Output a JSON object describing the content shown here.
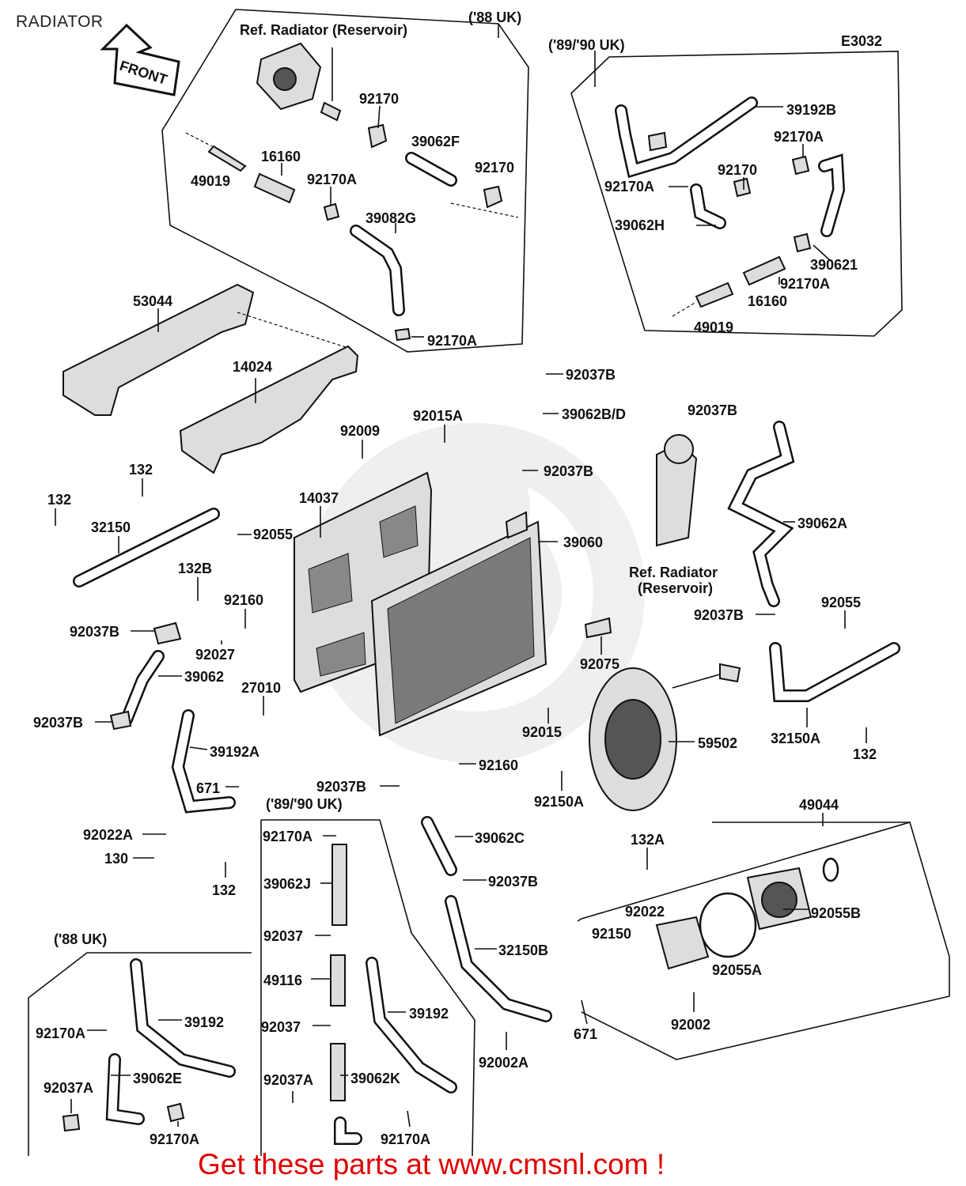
{
  "page": {
    "title": "RADIATOR",
    "diagram_code": "E3032",
    "footer": "Get these parts at www.cmsnl.com !"
  },
  "labels": {
    "front_arrow": "FRONT",
    "ref_radiator_reservoir_top": "Ref. Radiator  (Reservoir)",
    "ref_radiator": "Ref. Radiator",
    "reservoir": "(Reservoir)",
    "region_88uk_top": "('88 UK)",
    "region_8990uk_top": "('89/'90 UK)",
    "region_8990uk_bottom": "('89/'90 UK)",
    "region_88uk_bottom": "('88 UK)"
  },
  "parts": {
    "p92170_a": "92170",
    "p39062F": "39062F",
    "p92170_b": "92170",
    "p16160_a": "16160",
    "p49019_a": "49019",
    "p92170A_a": "92170A",
    "p39082G": "39082G",
    "p92170A_b": "92170A",
    "p39192B": "39192B",
    "p92170A_c": "92170A",
    "p92170_c": "92170",
    "p92170A_d": "92170A",
    "p39062H": "39062H",
    "p390621": "390621",
    "p92170A_e": "92170A",
    "p16160_b": "16160",
    "p49019_b": "49019",
    "p53044": "53044",
    "p14024": "14024",
    "p92037B_a": "92037B",
    "p39062BD": "39062B/D",
    "p92015A": "92015A",
    "p92009": "92009",
    "p92037B_b": "92037B",
    "p92037B_c": "92037B",
    "p132_a": "132",
    "p132_b": "132",
    "p14037": "14037",
    "p39060": "39060",
    "p32150": "32150",
    "p92055_a": "92055",
    "p39062A": "39062A",
    "p132B": "132B",
    "p92160_a": "92160",
    "p92037B_d": "92037B",
    "p92027": "92027",
    "p39062": "39062",
    "p92075": "92075",
    "p92037B_e": "92037B",
    "p92055_b": "92055",
    "p27010": "27010",
    "p92037B_f": "92037B",
    "p92015": "92015",
    "p59502": "59502",
    "p32150A": "32150A",
    "p39192A": "39192A",
    "p92160_b": "92160",
    "p132_c": "132",
    "p671_a": "671",
    "p92037B_g": "92037B",
    "p92150A": "92150A",
    "p49044": "49044",
    "p92022A": "92022A",
    "p92170A_f": "92170A",
    "p39062C": "39062C",
    "p132A": "132A",
    "p130": "130",
    "p132_d": "132",
    "p39062J": "39062J",
    "p92037B_h": "92037B",
    "p92022": "92022",
    "p92150": "92150",
    "p92055B": "92055B",
    "p92037_a": "92037",
    "p32150B": "32150B",
    "p92055A": "92055A",
    "p49116": "49116",
    "p39192_a": "39192",
    "p39192_b": "39192",
    "p92170A_g": "92170A",
    "p92037_b": "92037",
    "p671_b": "671",
    "p92002": "92002",
    "p92002A": "92002A",
    "p92037A_a": "92037A",
    "p39062E": "39062E",
    "p92037A_b": "92037A",
    "p39062K": "39062K",
    "p92170A_h": "92170A",
    "p92170A_i": "92170A"
  }
}
